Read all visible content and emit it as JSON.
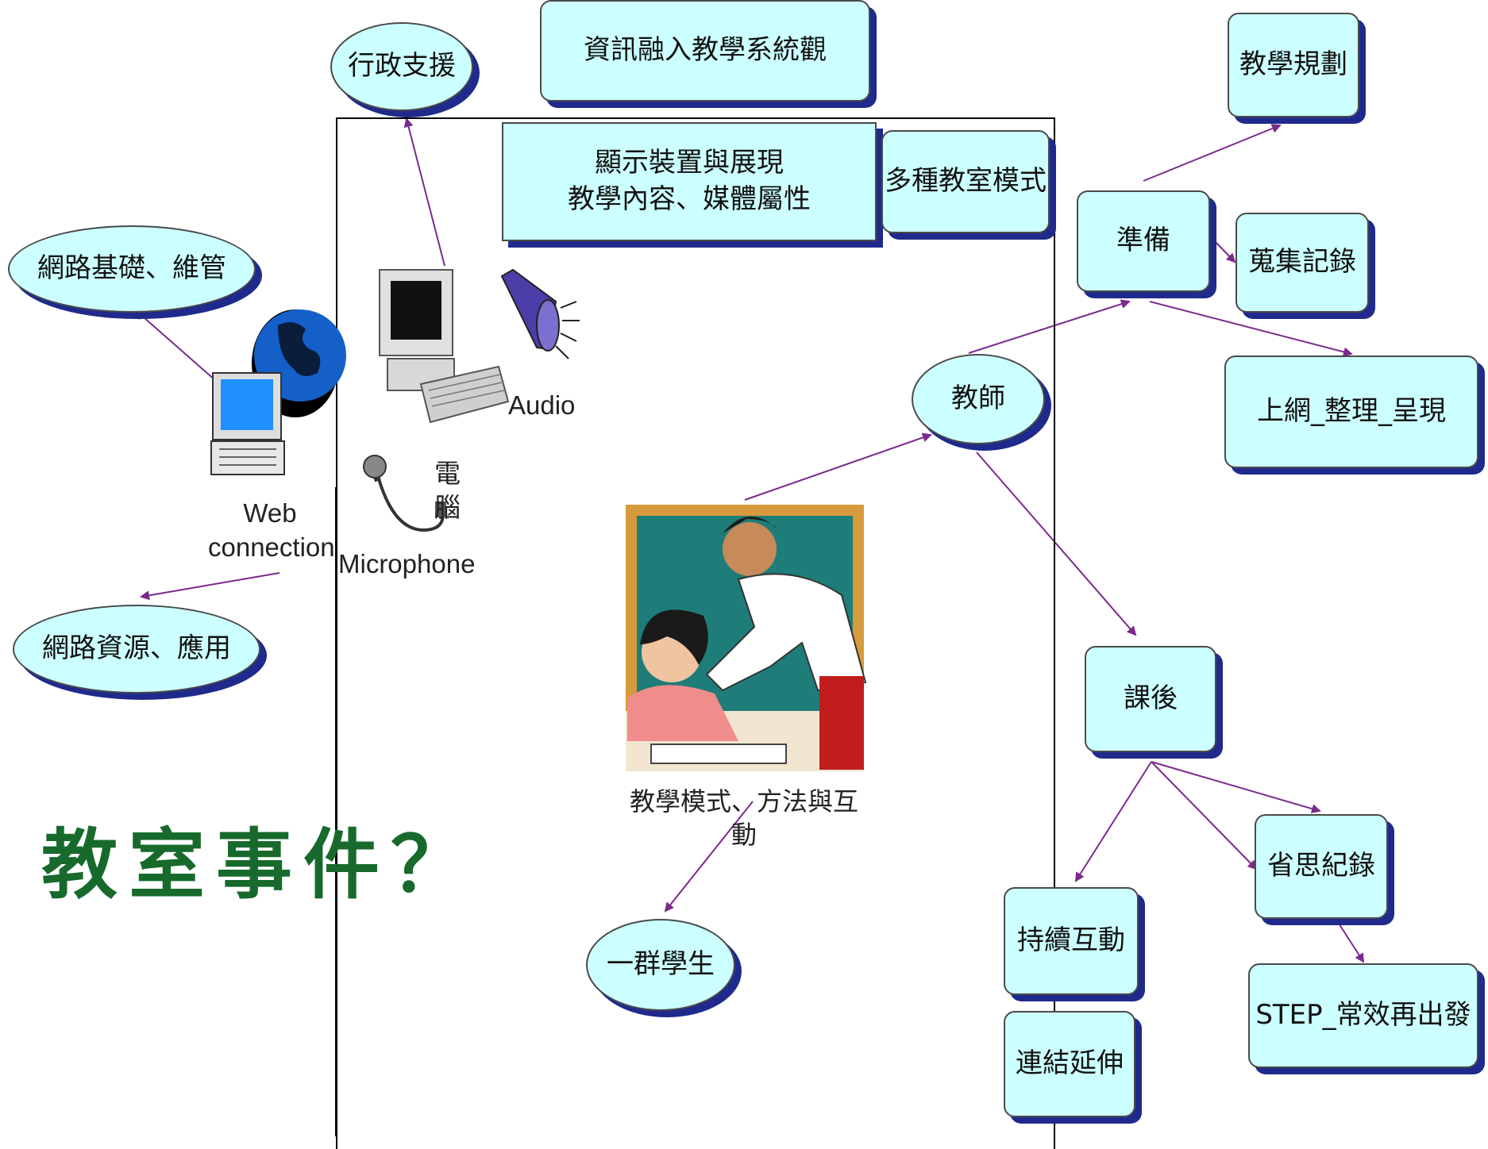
{
  "title": "資訊融入教學系統觀",
  "question": "教室事件？",
  "nodes": {
    "admin_support": "行政支援",
    "display_line1": "顯示裝置與展現",
    "display_line2": "教學內容、媒體屬性",
    "multi_classroom": "多種教室模式",
    "network_basics": "網路基礎、維管",
    "network_resources": "網路資源、應用",
    "teacher": "教師",
    "prepare": "準備",
    "teaching_plan": "教學規劃",
    "collect_record": "蒐集記錄",
    "online_organize": "上網_整理_呈現",
    "after_class": "課後",
    "reflection_record": "省思紀錄",
    "continuous_interaction": "持續互動",
    "link_extend": "連結延伸",
    "step_restart": "STEP_常效再出發",
    "students": "一群學生"
  },
  "labels": {
    "web_line1": "Web",
    "web_line2": "connection",
    "computer": "電腦",
    "audio": "Audio",
    "microphone": "Microphone",
    "teaching_mode": "教學模式、方法與互動"
  },
  "colors": {
    "node_fill": "#ccffff",
    "node_shadow": "#1f2a8c",
    "arrow": "#7a2a8c",
    "title_green": "#176a2c"
  }
}
